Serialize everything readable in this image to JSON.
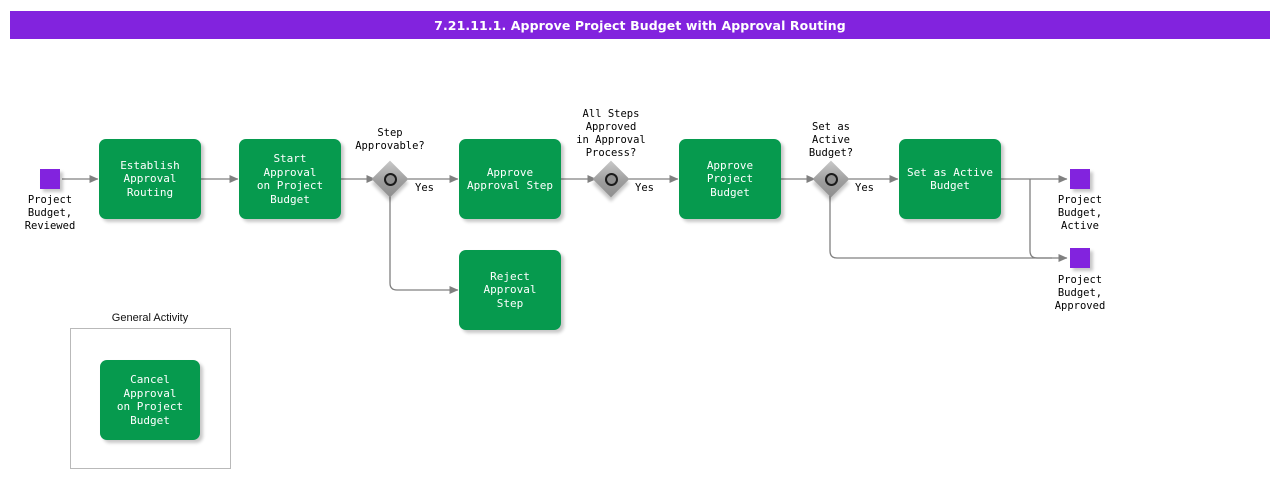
{
  "title": "7.21.11.1. Approve Project Budget with Approval Routing",
  "colors": {
    "title_bar": "#8223de",
    "event": "#8223de",
    "task": "#069a4e",
    "gateway": "#9e9e9e",
    "connector": "#808080",
    "group_border": "#b9b9b9",
    "text_on_task": "#ffffff",
    "text": "#000000"
  },
  "events": [
    {
      "id": "start-project-budget-reviewed",
      "label": "Project\nBudget,\nReviewed",
      "kind": "start"
    },
    {
      "id": "end-project-budget-active",
      "label": "Project\nBudget,\nActive",
      "kind": "end"
    },
    {
      "id": "end-project-budget-approved",
      "label": "Project\nBudget,\nApproved",
      "kind": "end"
    }
  ],
  "tasks": [
    {
      "id": "establish-approval-routing",
      "label": "Establish\nApproval\nRouting"
    },
    {
      "id": "start-approval-on-project-budget",
      "label": "Start Approval\non Project\nBudget"
    },
    {
      "id": "approve-approval-step",
      "label": "Approve\nApproval Step"
    },
    {
      "id": "reject-approval-step",
      "label": "Reject Approval\nStep"
    },
    {
      "id": "approve-project-budget",
      "label": "Approve Project\nBudget"
    },
    {
      "id": "set-as-active-budget",
      "label": "Set as Active\nBudget"
    },
    {
      "id": "cancel-approval-on-project-budget",
      "label": "Cancel Approval\non Project\nBudget"
    }
  ],
  "gateways": [
    {
      "id": "gw-step-approvable",
      "label": "Step\nApprovable?",
      "yes_label": "Yes"
    },
    {
      "id": "gw-all-steps-approved",
      "label": "All Steps\nApproved\nin Approval\nProcess?",
      "yes_label": "Yes"
    },
    {
      "id": "gw-set-as-active-budget",
      "label": "Set as\nActive\nBudget?",
      "yes_label": "Yes"
    }
  ],
  "groups": [
    {
      "id": "group-general-activity",
      "title": "General Activity"
    }
  ],
  "flow_labels": {
    "yes_1": "Yes",
    "yes_2": "Yes",
    "yes_3": "Yes"
  }
}
